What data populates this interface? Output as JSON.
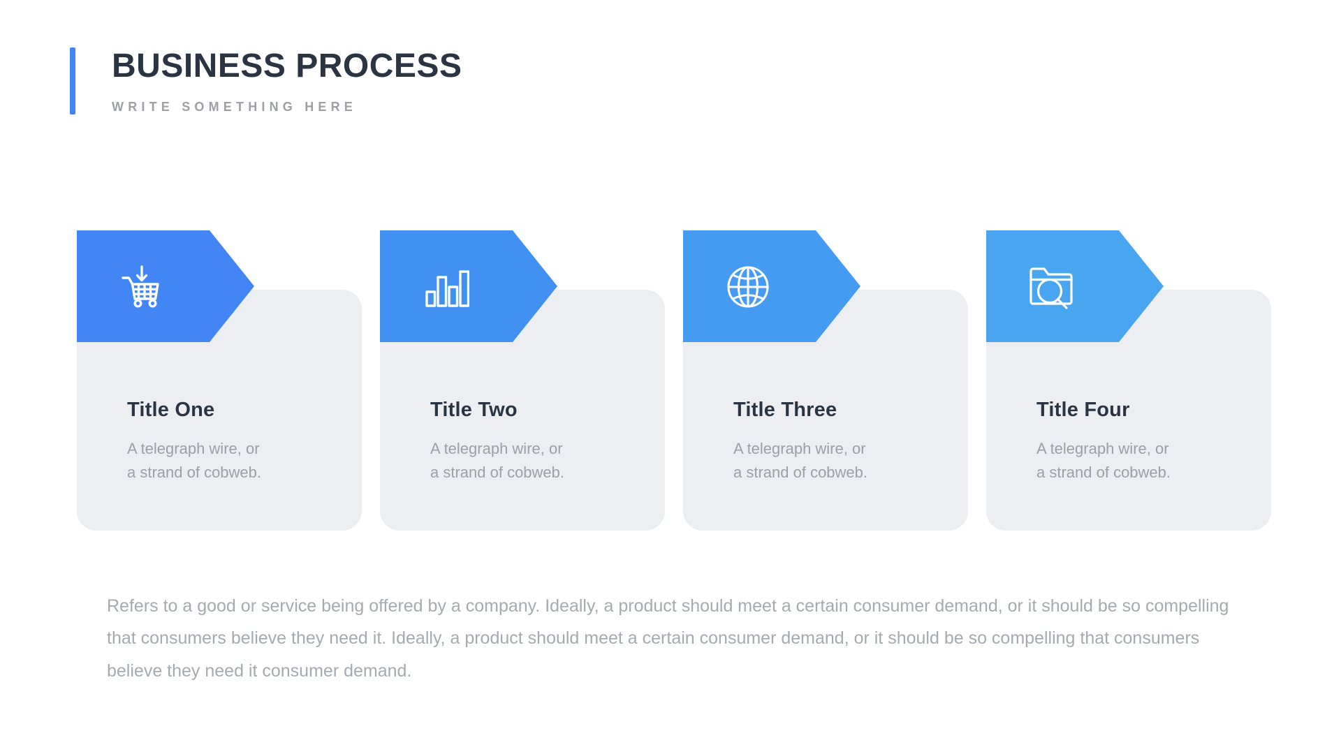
{
  "header": {
    "title": "BUSINESS PROCESS",
    "subtitle": "WRITE SOMETHING HERE",
    "accent_color": "#4285F4"
  },
  "cards": [
    {
      "title": "Title One",
      "description": "A telegraph wire, or\na strand of cobweb.",
      "icon": "shopping-cart-download-icon",
      "head_color": "#4285F4"
    },
    {
      "title": "Title Two",
      "description": "A telegraph wire, or\na strand of cobweb.",
      "icon": "bar-chart-icon",
      "head_color": "#4290F2"
    },
    {
      "title": "Title Three",
      "description": "A telegraph wire, or\na strand of cobweb.",
      "icon": "globe-icon",
      "head_color": "#459BF1"
    },
    {
      "title": "Title Four",
      "description": "A telegraph wire, or\na strand of cobweb.",
      "icon": "folder-search-icon",
      "head_color": "#4AA5F0"
    }
  ],
  "footer": {
    "note": "Refers to a good or service being offered by a company. Ideally, a product should meet a certain consumer demand, or it should be so compelling that consumers believe they need it. Ideally, a product should meet a certain consumer demand, or it should be so compelling that consumers believe they need it consumer demand."
  },
  "theme": {
    "card_background": "#EDEEF2",
    "title_color": "#2A3442",
    "muted_text_color": "#9B9FA6"
  }
}
